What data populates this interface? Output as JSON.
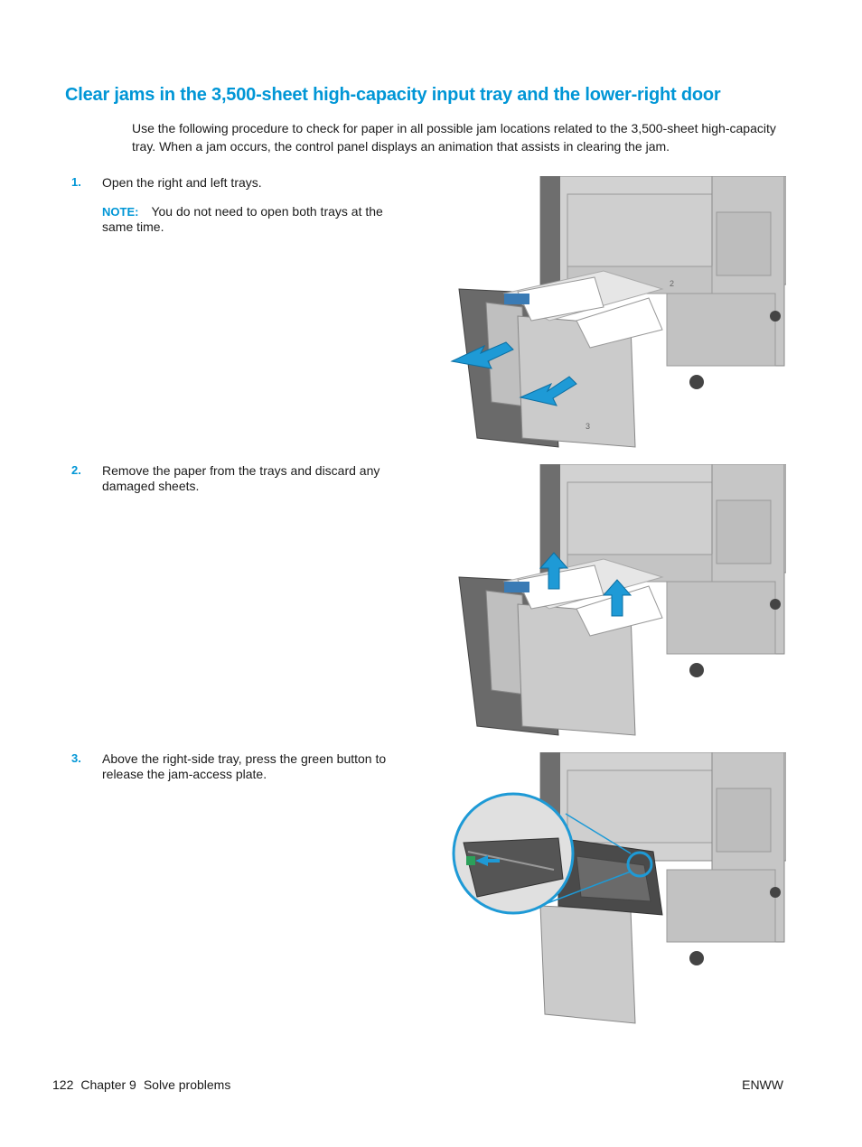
{
  "heading": "Clear jams in the 3,500-sheet high-capacity input tray and the lower-right door",
  "intro": "Use the following procedure to check for paper in all possible jam locations related to the 3,500-sheet high-capacity tray. When a jam occurs, the control panel displays an animation that assists in clearing the jam.",
  "steps": [
    {
      "number": "1.",
      "text": "Open the right and left trays.",
      "note_label": "NOTE:",
      "note_text": "You do not need to open both trays at the same time."
    },
    {
      "number": "2.",
      "text": "Remove the paper from the trays and discard any damaged sheets."
    },
    {
      "number": "3.",
      "text": "Above the right-side tray, press the green button to release the jam-access plate."
    }
  ],
  "illustration_labels": {
    "upper_tray": "2",
    "lower_tray": "3"
  },
  "colors": {
    "accent": "#0096d6",
    "arrow": "#1e9ad6",
    "printer_gray": "#c9c9c9"
  },
  "footer": {
    "page_number": "122",
    "chapter": "Chapter 9",
    "section": "Solve problems",
    "right": "ENWW"
  }
}
